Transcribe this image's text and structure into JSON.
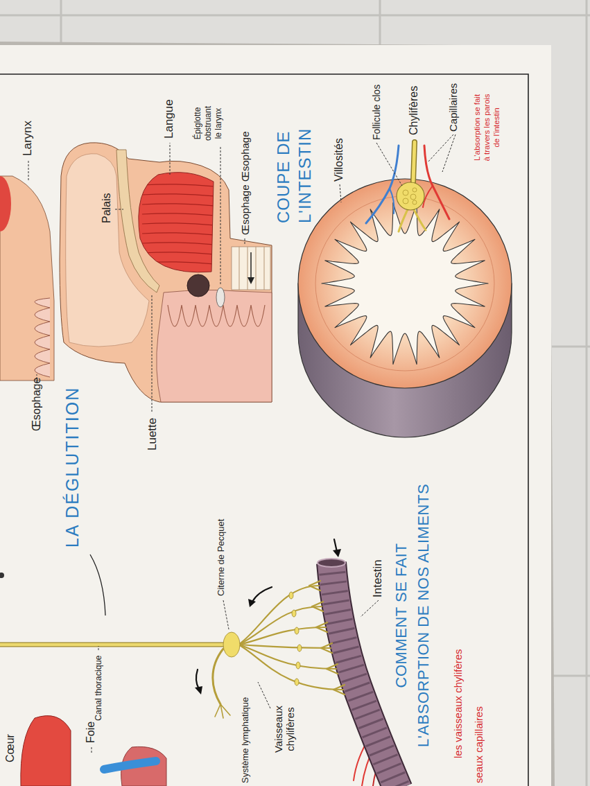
{
  "diagram": {
    "labels": [
      "Larynx",
      "Langue",
      "Épiglotte obstruant le larynx",
      "Œsophage",
      "Palais",
      "Œsophage",
      "Œsophage",
      "LA DÉGLUTITION",
      "Luette",
      "COUPE DE L'INTESTIN",
      "Villosités",
      "Follicule clos",
      "Chylifères",
      "Capillaires",
      "L'absorption se fait à travers les parois de l'intestin",
      "Citerne de Pecquet",
      "Canal thoracique",
      "Intestin",
      "COMMENT SE FAIT L'ABSORPTION DE NOS ALIMENTS",
      "Vaisseaux chylifères",
      "Système lymphatique",
      "Foie",
      "Cœur",
      "les vaisseaux chylifères",
      "seaux capillaires"
    ]
  }
}
